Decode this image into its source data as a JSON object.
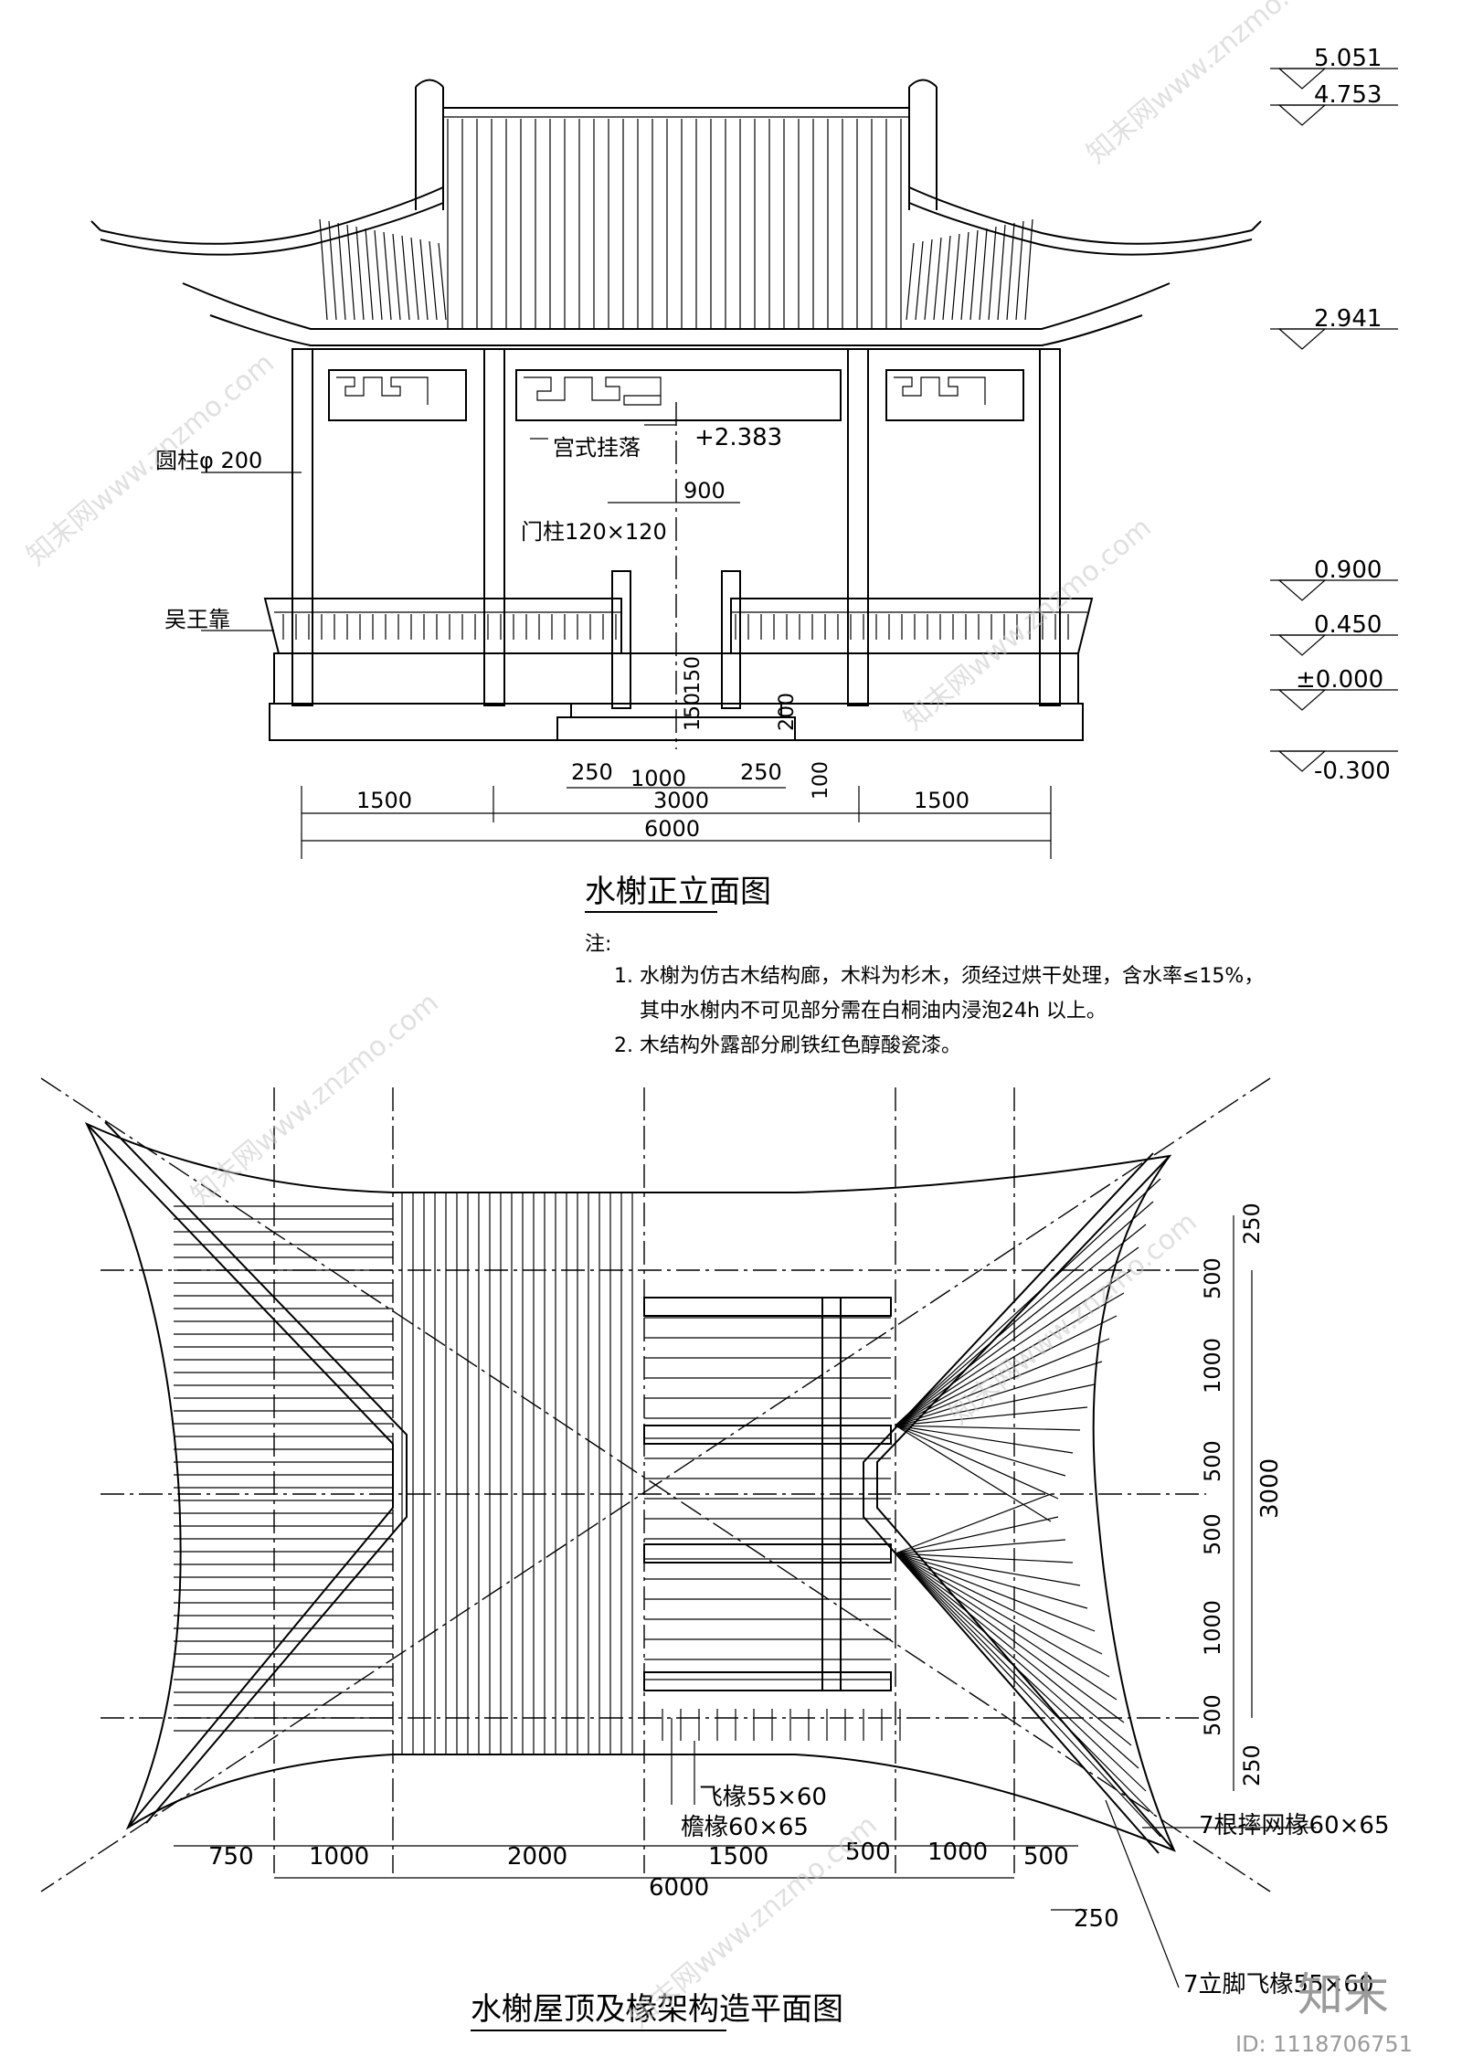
{
  "elevation": {
    "title": "水榭正立面图",
    "levels": [
      "5.051",
      "4.753",
      "2.941",
      "0.900",
      "0.450",
      "±0.000",
      "-0.300"
    ],
    "plus_level": "+2.383",
    "labels": {
      "column": "圆柱φ 200",
      "door_column": "门柱120×120",
      "hanging": "宫式挂落",
      "bench": "吴王靠"
    },
    "dims_bottom": [
      "250",
      "1000",
      "250",
      "1500",
      "3000",
      "1500",
      "6000"
    ],
    "dims_door": [
      "900",
      "150",
      "150",
      "200",
      "100"
    ]
  },
  "notes": {
    "heading": "注:",
    "items": [
      "1.  水榭为仿古木结构廊，木料为杉木，须经过烘干处理，含水率≤15%，",
      "其中水榭内不可见部分需在白桐油内浸泡24h 以上。",
      "2.  木结构外露部分刷铁红色醇酸瓷漆。"
    ]
  },
  "plan": {
    "title": "水榭屋顶及椽架构造平面图",
    "labels": {
      "fly": "飞椽55×60",
      "eave": "檐椽60×65",
      "net": "7根摔网椽60×65",
      "foot": "7立脚飞椽55×60"
    },
    "dims_bottom": [
      "750",
      "1000",
      "2000",
      "1500",
      "500",
      "1000",
      "500",
      "6000",
      "250"
    ],
    "dims_right": [
      "250",
      "500",
      "1000",
      "500",
      "500",
      "1000",
      "500",
      "250",
      "3000"
    ]
  },
  "watermark": {
    "brand": "知末",
    "id": "ID: 1118706751",
    "site": "知末网www.znzmo.com"
  }
}
